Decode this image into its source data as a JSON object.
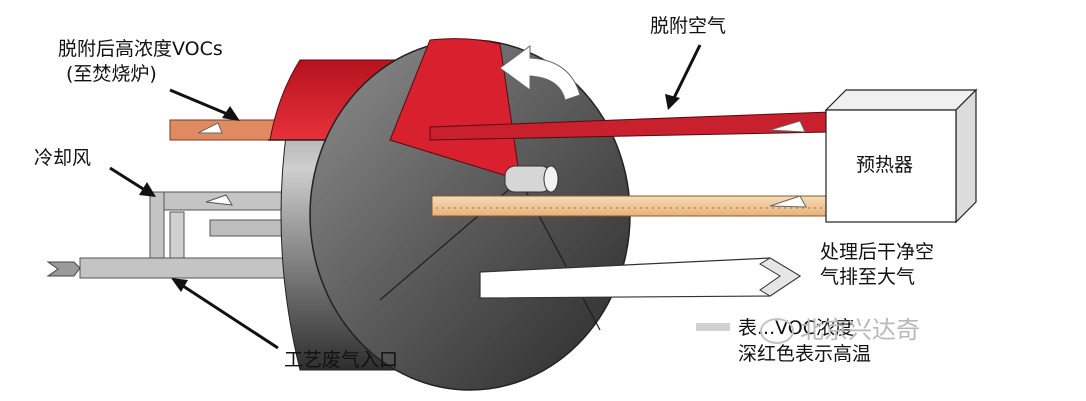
{
  "labels": {
    "desorbed_voc_line1": "脱附后高浓度VOCs",
    "desorbed_voc_line2": "(至焚烧炉)",
    "desorption_air": "脱附空气",
    "cooling_air": "冷却风",
    "preheater": "预热器",
    "treated_air_line1": "处理后干净空",
    "treated_air_line2": "气排至大气",
    "process_exhaust_inlet": "工艺废气入口",
    "legend_line1": "表...VOC浓度",
    "legend_line2": "深红色表示高温"
  },
  "watermark": {
    "text": "北京兴达奇"
  },
  "icons": {
    "rotation": "rotation-arrow-icon",
    "wechat": "wechat-icon"
  },
  "colors": {
    "hot_zone": "#d9202e",
    "desorption_duct": "#c8202c",
    "voc_outlet_duct": "#e08a62",
    "heated_air_duct": "#f2c99a",
    "wheel_body": "#4a4a4a",
    "clean_air_duct": "#ffffff",
    "cooling_duct": "#c4c4c4"
  }
}
